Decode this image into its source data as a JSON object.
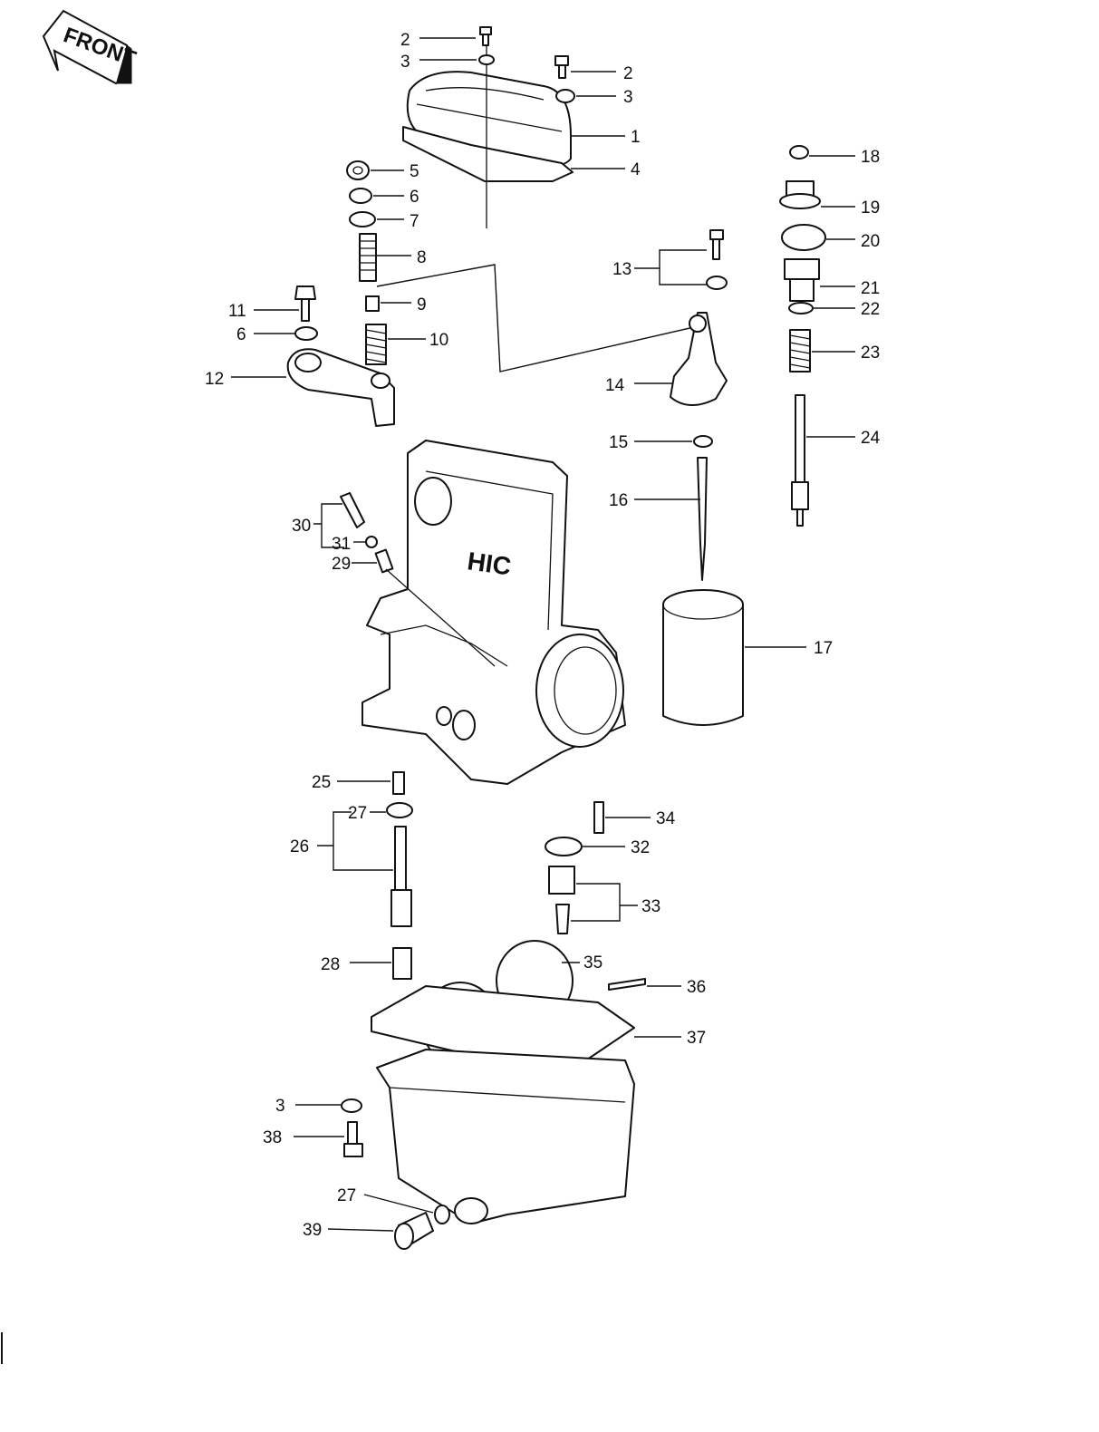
{
  "front_badge": {
    "text": "FRONT"
  },
  "callouts": [
    "2",
    "3",
    "2",
    "3",
    "1",
    "4",
    "5",
    "6",
    "7",
    "8",
    "9",
    "10",
    "11",
    "6",
    "12",
    "13",
    "14",
    "15",
    "16",
    "17",
    "18",
    "19",
    "20",
    "21",
    "22",
    "23",
    "24",
    "30",
    "31",
    "29",
    "25",
    "27",
    "26",
    "28",
    "34",
    "32",
    "33",
    "35",
    "36",
    "37",
    "3",
    "38",
    "27",
    "39"
  ],
  "body_mark": "HIC"
}
